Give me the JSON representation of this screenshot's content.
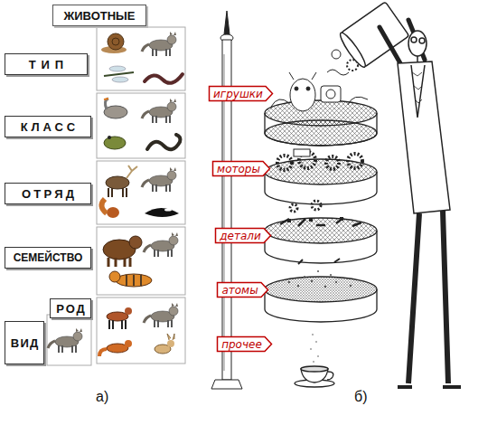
{
  "diagram": {
    "nodes": [
      {
        "text": [
          "ЖИВОТНЫЕ"
        ]
      },
      {
        "text": [
          "ТИП"
        ]
      },
      {
        "text": [
          "КЛАСС"
        ]
      },
      {
        "text": [
          "ОТРЯД"
        ]
      },
      {
        "text": [
          "СЕМЕЙСТВО"
        ]
      },
      {
        "text": [
          "РОД"
        ]
      },
      {
        "text": [
          "ВИД"
        ]
      },
      {
        "text": [
          "игрушки"
        ]
      },
      {
        "text": [
          "моторы"
        ]
      },
      {
        "text": [
          "детали"
        ]
      },
      {
        "text": [
          "атомы"
        ]
      },
      {
        "text": [
          "прочее"
        ]
      }
    ],
    "labels": [
      "а)",
      "б)"
    ]
  }
}
